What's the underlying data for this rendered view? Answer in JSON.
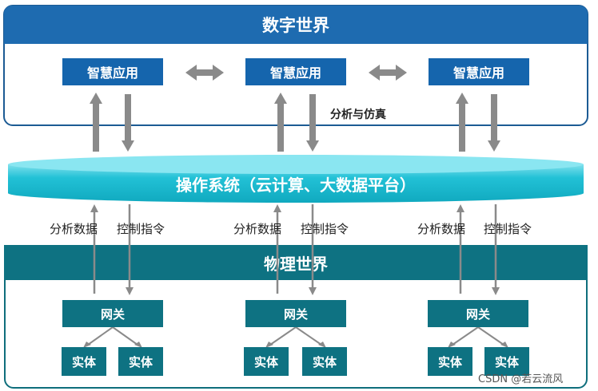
{
  "digital_world": {
    "title": "数字世界",
    "apps": [
      "智慧应用",
      "智慧应用",
      "智慧应用"
    ],
    "note": "分析与仿真"
  },
  "os": {
    "title": "操作系统（云计算、大数据平台）"
  },
  "flows": {
    "up_label": "分析数据",
    "down_label": "控制指令"
  },
  "physical_world": {
    "title": "物理世界",
    "gateway_label": "网关",
    "entity_label": "实体"
  },
  "watermark": "CSDN @若云流风",
  "colors": {
    "digital_blue": "#1e6bb0",
    "os_cyan": "#1fbfd3",
    "physical_teal": "#0e7282",
    "arrow_gray": "#8a8a8a"
  }
}
